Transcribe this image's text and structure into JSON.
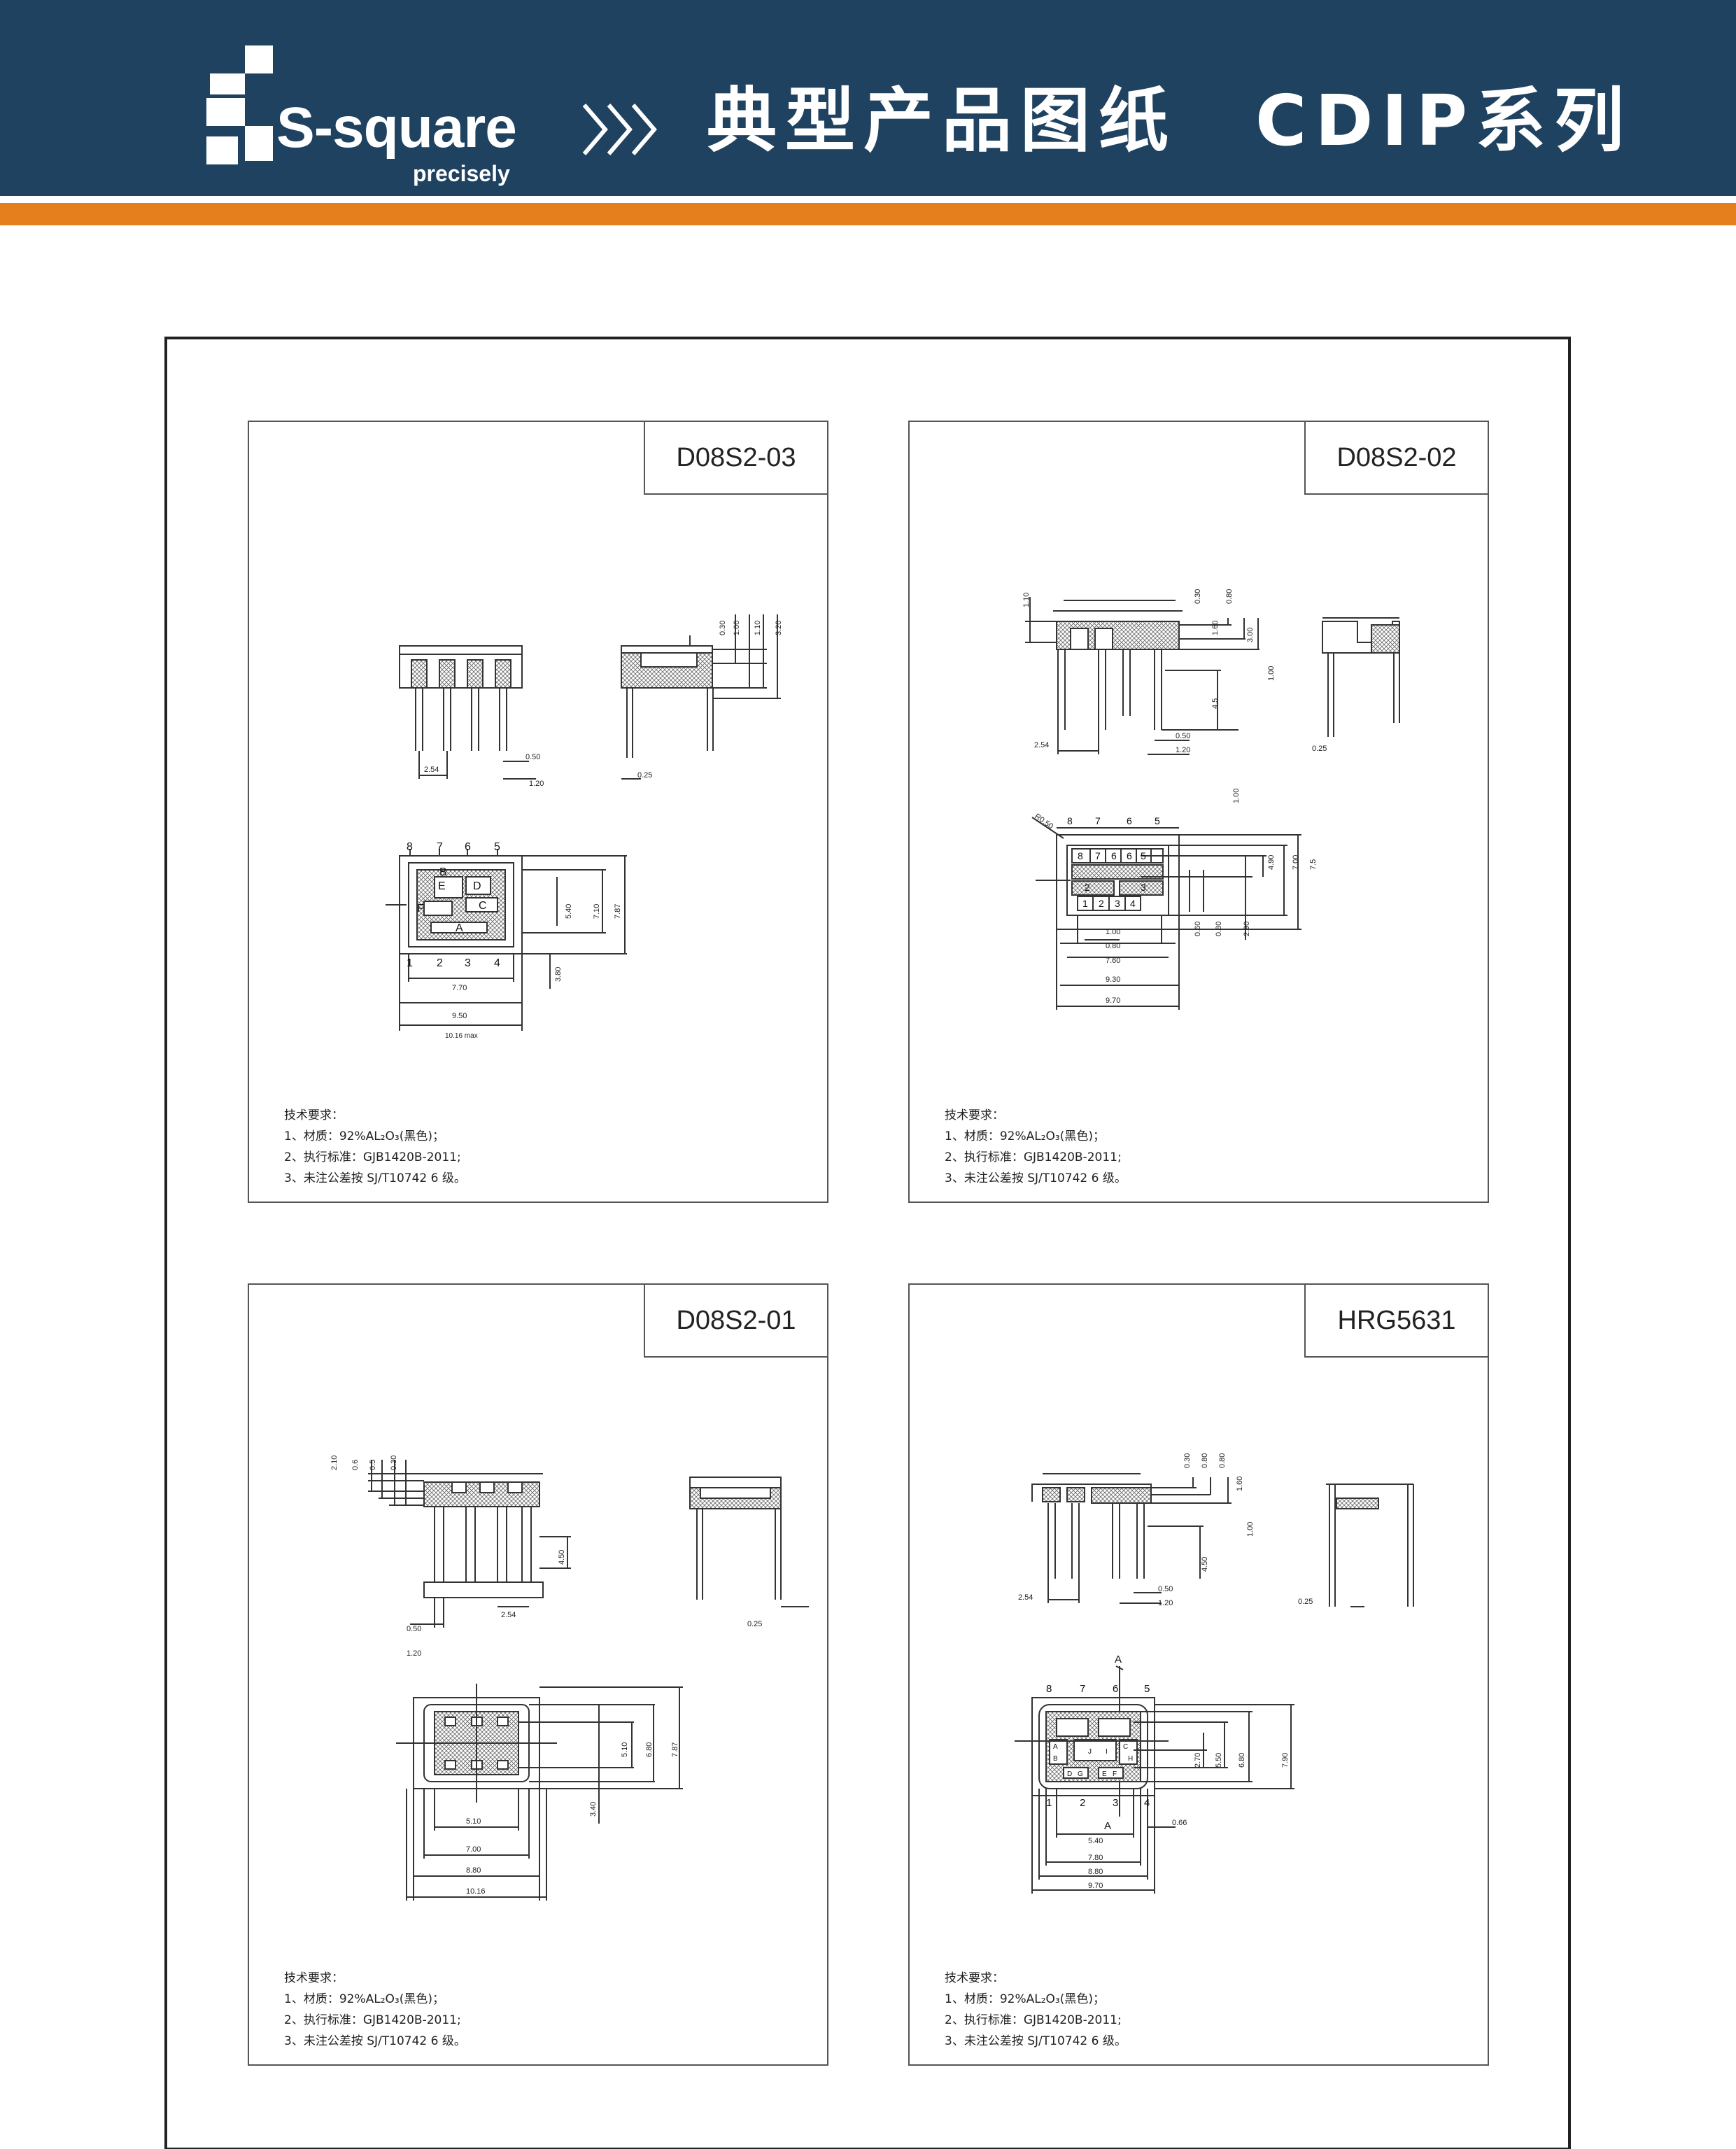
{
  "header": {
    "brand": "S-square",
    "tagline": "precisely",
    "chevron_icon": "triple-chevron-right",
    "title": "典型产品图纸　CDIP系列",
    "colors": {
      "navy": "#1e4260",
      "orange": "#e57f1e"
    }
  },
  "panels": [
    {
      "label": "D08S2-03",
      "notes": {
        "heading": "技术要求：",
        "line1": "1、材质：92%AL₂O₃(黑色)；",
        "line2": "2、执行标准：GJB1420B-2011;",
        "line3": "3、未注公差按 SJ/T10742 6 级。"
      },
      "dims": {
        "pitch": "2.54",
        "lead_w": "0.50",
        "lead_pitch2": "1.20",
        "lead_t": "0.25",
        "v1": "0.30",
        "v2": "1.00",
        "v3": "1.10",
        "v4": "3.20",
        "h1": "5.40",
        "h2": "7.10",
        "h3": "7.87",
        "h4": "3.80",
        "w1": "7.70",
        "w2": "9.50",
        "w3": "10.16 max"
      },
      "pins_top": [
        "8",
        "7",
        "6",
        "5"
      ],
      "pins_bottom": [
        "1",
        "2",
        "3",
        "4"
      ],
      "pads": [
        "A",
        "B",
        "C",
        "D",
        "E",
        "F"
      ]
    },
    {
      "label": "D08S2-02",
      "notes": {
        "heading": "技术要求：",
        "line1": "1、材质：92%AL₂O₃(黑色)；",
        "line2": "2、执行标准：GJB1420B-2011;",
        "line3": "3、未注公差按 SJ/T10742 6 级。"
      },
      "dims": {
        "c1": "1.10",
        "c2": "0.30",
        "c3": "0.80",
        "c4": "1.60",
        "c5": "3.00",
        "c6": "1.00",
        "c7": "4.5",
        "pitch": "2.54",
        "d1": "0.50",
        "d2": "1.20",
        "t": "0.25",
        "r": "R0.50",
        "b1": "1.00",
        "b2": "4.90",
        "b3": "7.00",
        "b4": "7.5",
        "b5": "0.60",
        "b6": "0.80",
        "b7": "2.90",
        "w1": "1.00",
        "w2": "0.80",
        "w3": "7.60",
        "w4": "9.30",
        "w5": "9.70"
      },
      "pins_top": [
        "8",
        "7",
        "6",
        "5"
      ],
      "pins_bottom": [
        "1",
        "2",
        "3",
        "4"
      ],
      "pads_top": [
        "8",
        "7",
        "6",
        "6",
        "5"
      ],
      "pads_mid": [
        "2",
        "3"
      ],
      "pads_bot": [
        "1",
        "2",
        "3",
        "4"
      ]
    },
    {
      "label": "D08S2-01",
      "notes": {
        "heading": "技术要求：",
        "line1": "1、材质：92%AL₂O₃(黑色)；",
        "line2": "2、执行标准：GJB1420B-2011;",
        "line3": "3、未注公差按 SJ/T10742 6 级。"
      },
      "dims": {
        "c1": "2.10",
        "c2": "0.6",
        "c3": "0.5",
        "c4": "0.30",
        "c5": "4.50",
        "d1": "0.50",
        "d2": "1.20",
        "pitch": "2.54",
        "t": "0.25",
        "h1": "5.10",
        "h2": "6.80",
        "h3": "7.87",
        "h4": "3.40",
        "w1": "5.10",
        "w2": "7.00",
        "w3": "8.80",
        "w4": "10.16"
      }
    },
    {
      "label": "HRG5631",
      "notes": {
        "heading": "技术要求：",
        "line1": "1、材质：92%AL₂O₃(黑色)；",
        "line2": "2、执行标准：GJB1420B-2011;",
        "line3": "3、未注公差按 SJ/T10742 6 级。"
      },
      "dims": {
        "c1": "0.30",
        "c2": "0.80",
        "c3": "0.80",
        "c4": "1.60",
        "c5": "1.00",
        "c6": "4.50",
        "pitch": "2.54",
        "d1": "0.50",
        "d2": "1.20",
        "t": "0.25",
        "h1": "2.70",
        "h2": "5.50",
        "h3": "6.80",
        "h4": "7.90",
        "s": "0.66",
        "w1": "5.40",
        "w2": "7.80",
        "w3": "8.80",
        "w4": "9.70",
        "sec": "A"
      },
      "pins_top": [
        "8",
        "7",
        "6",
        "5"
      ],
      "pins_bottom": [
        "1",
        "2",
        "3",
        "4"
      ],
      "pads": [
        "A",
        "B",
        "C",
        "D",
        "E",
        "F",
        "G",
        "H",
        "I",
        "J"
      ]
    }
  ]
}
